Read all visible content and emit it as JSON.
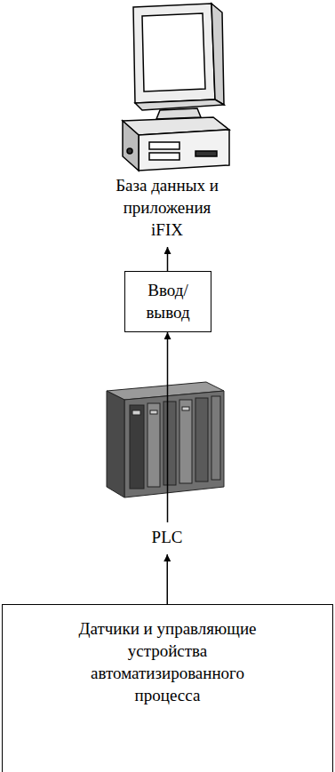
{
  "diagram": {
    "nodes": [
      {
        "text": [
          "База данных и приложения iFIX"
        ]
      },
      {
        "text": [
          "Ввод/ вывод"
        ]
      },
      {
        "text": [
          "PLC"
        ]
      },
      {
        "text": [
          "Датчики и управляющие устройства автоматизированного процесса"
        ]
      }
    ],
    "edges": [
      {
        "from": 1,
        "to": 0,
        "arrow": "to"
      },
      {
        "from": 2,
        "to": 1,
        "arrow": "to"
      },
      {
        "from": 3,
        "to": 2,
        "arrow": "to"
      }
    ]
  }
}
